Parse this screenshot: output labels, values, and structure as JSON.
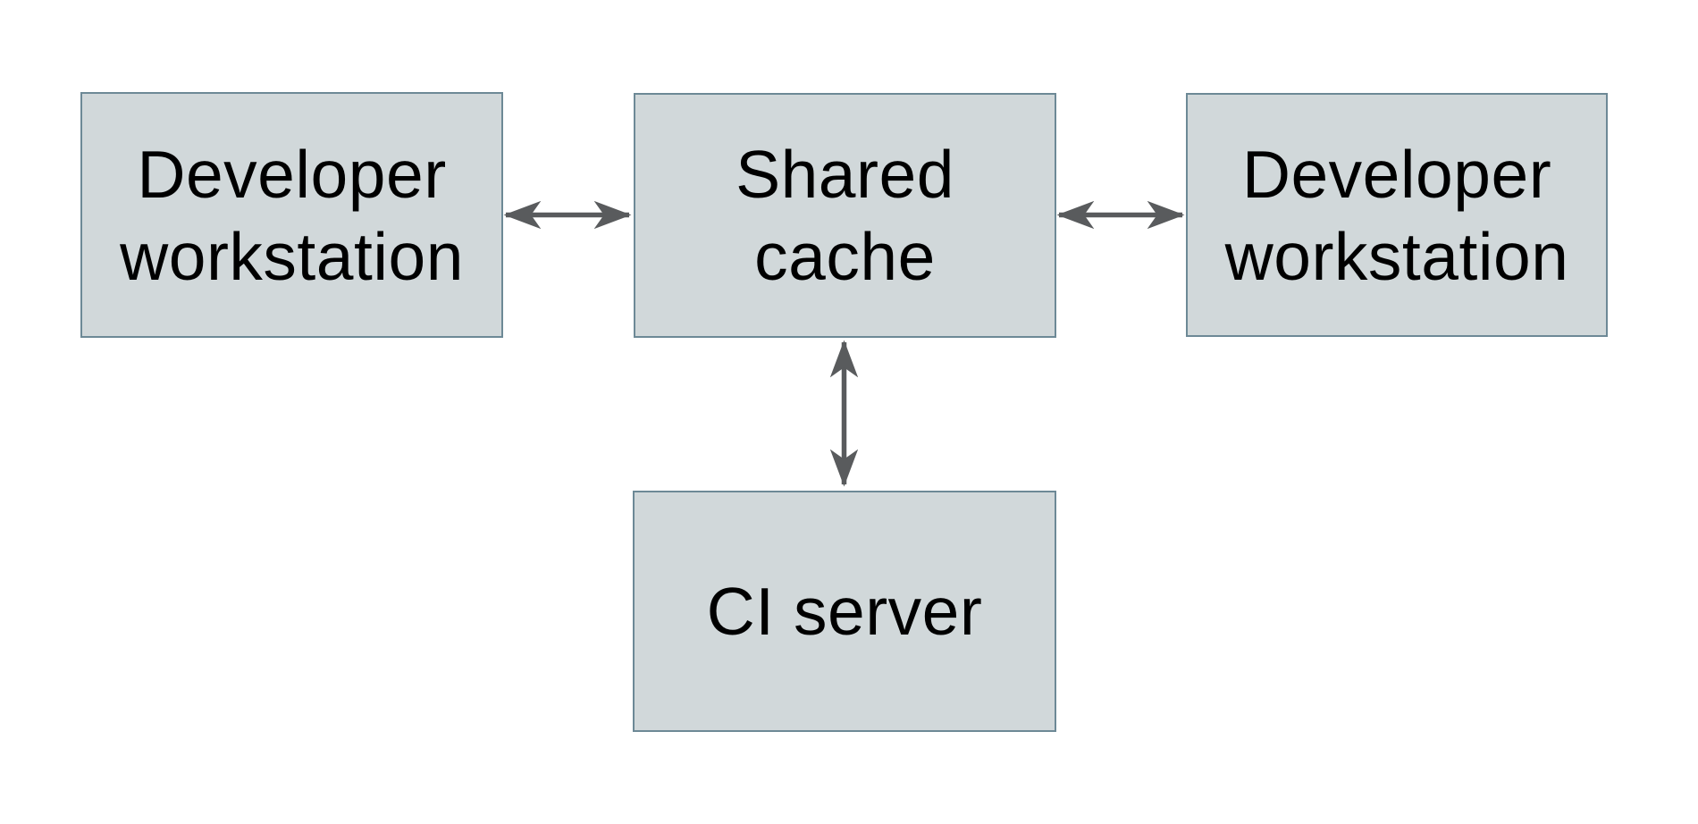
{
  "diagram": {
    "nodes": [
      {
        "id": "developer-workstation-left",
        "lines": [
          "Developer",
          "workstation"
        ]
      },
      {
        "id": "shared-cache",
        "lines": [
          "Shared",
          "cache"
        ]
      },
      {
        "id": "developer-workstation-right",
        "lines": [
          "Developer",
          "workstation"
        ]
      },
      {
        "id": "ci-server",
        "lines": [
          "CI server"
        ]
      }
    ],
    "edges": [
      {
        "from": "developer-workstation-left",
        "to": "shared-cache",
        "direction": "bidirectional",
        "orientation": "horizontal"
      },
      {
        "from": "shared-cache",
        "to": "developer-workstation-right",
        "direction": "bidirectional",
        "orientation": "horizontal"
      },
      {
        "from": "shared-cache",
        "to": "ci-server",
        "direction": "bidirectional",
        "orientation": "vertical"
      }
    ],
    "colors": {
      "background": "#ffffff",
      "node_fill": "#d1d8da",
      "node_border": "#6d8996",
      "arrow": "#595b5d",
      "text": "#000000"
    }
  }
}
